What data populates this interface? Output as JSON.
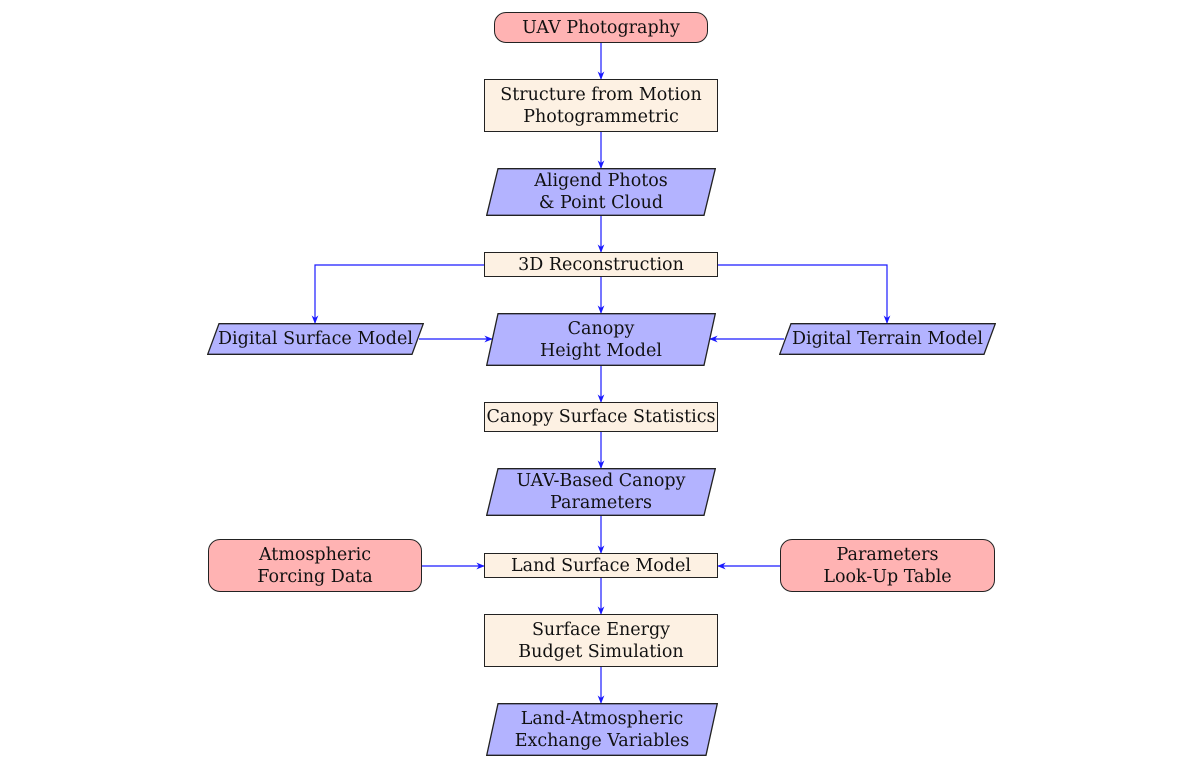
{
  "colors": {
    "start_fill": "#ffb3b3",
    "process_fill": "#fdf1e3",
    "data_fill": "#b3b3ff",
    "arrow": "#1a1aff",
    "border": "#222222"
  },
  "nodes": {
    "uav_photography": [
      "UAV Photography"
    ],
    "sfm": [
      "Structure from Motion",
      "Photogrammetric"
    ],
    "aligned_photos": [
      "Aligend Photos",
      "& Point Cloud"
    ],
    "reconstruction": [
      "3D Reconstruction"
    ],
    "dsm": [
      "Digital Surface Model"
    ],
    "chm": [
      "Canopy",
      "Height Model"
    ],
    "dtm": [
      "Digital Terrain Model"
    ],
    "canopy_stats": [
      "Canopy Surface Statistics"
    ],
    "uav_params": [
      "UAV-Based Canopy",
      "Parameters"
    ],
    "atm_forcing": [
      "Atmospheric",
      "Forcing Data"
    ],
    "land_surface_model": [
      "Land Surface Model"
    ],
    "lookup_table": [
      "Parameters",
      "Look-Up Table"
    ],
    "energy_budget": [
      "Surface Energy",
      "Budget Simulation"
    ],
    "exchange_vars": [
      "Land-Atmospheric",
      "Exchange Variables"
    ]
  }
}
